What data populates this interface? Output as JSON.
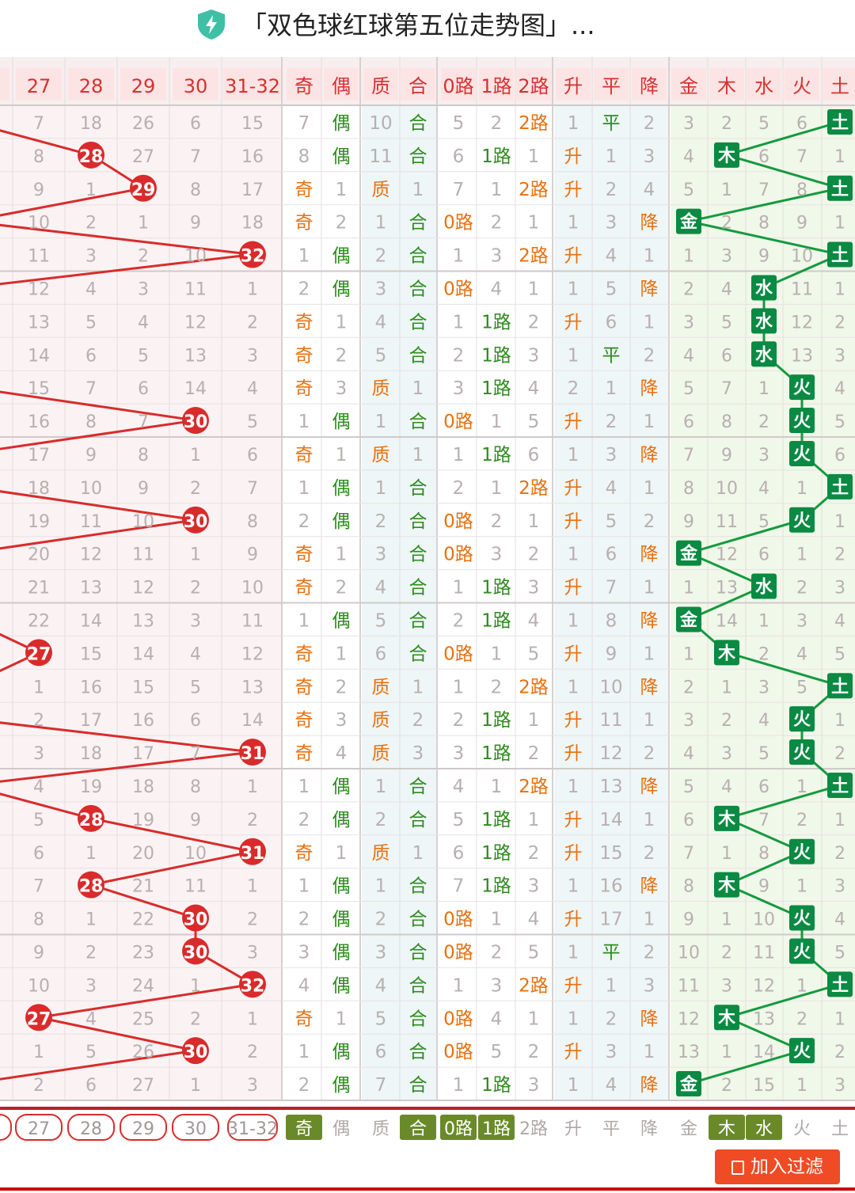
{
  "header": {
    "title": "「双色球红球第五位走势图」...",
    "shield_icon": "shield-bolt-icon"
  },
  "columns": {
    "num": [
      "27",
      "28",
      "29",
      "30",
      "31-32"
    ],
    "jo": [
      "奇",
      "偶"
    ],
    "zh": [
      "质",
      "合"
    ],
    "road": [
      "0路",
      "1路",
      "2路"
    ],
    "trend": [
      "升",
      "平",
      "降"
    ],
    "wx": [
      "金",
      "木",
      "水",
      "火",
      "土"
    ]
  },
  "rows": [
    {
      "n": [
        "7",
        "18",
        "26",
        "6",
        "15"
      ],
      "b": null,
      "jo": [
        "7",
        "偶"
      ],
      "zh": [
        "10",
        "合"
      ],
      "road": [
        "5",
        "2",
        "2路"
      ],
      "trend": [
        "1",
        "平",
        "2"
      ],
      "wx": [
        "3",
        "2",
        "5",
        "6",
        "土"
      ]
    },
    {
      "n": [
        "8",
        "28",
        "27",
        "7",
        "16"
      ],
      "b": 1,
      "jo": [
        "8",
        "偶"
      ],
      "zh": [
        "11",
        "合"
      ],
      "road": [
        "6",
        "1路",
        "1"
      ],
      "trend": [
        "升",
        "1",
        "3"
      ],
      "wx": [
        "4",
        "木",
        "6",
        "7",
        "1"
      ]
    },
    {
      "n": [
        "9",
        "1",
        "29",
        "8",
        "17"
      ],
      "b": 2,
      "jo": [
        "奇",
        "1"
      ],
      "zh": [
        "质",
        "1"
      ],
      "road": [
        "7",
        "1",
        "2路"
      ],
      "trend": [
        "升",
        "2",
        "4"
      ],
      "wx": [
        "5",
        "1",
        "7",
        "8",
        "土"
      ]
    },
    {
      "n": [
        "10",
        "2",
        "1",
        "9",
        "18"
      ],
      "b": null,
      "jo": [
        "奇",
        "2"
      ],
      "zh": [
        "1",
        "合"
      ],
      "road": [
        "0路",
        "2",
        "1"
      ],
      "trend": [
        "1",
        "3",
        "降"
      ],
      "wx": [
        "金",
        "2",
        "8",
        "9",
        "1"
      ]
    },
    {
      "n": [
        "11",
        "3",
        "2",
        "10",
        "32"
      ],
      "b": 4,
      "jo": [
        "1",
        "偶"
      ],
      "zh": [
        "2",
        "合"
      ],
      "road": [
        "1",
        "3",
        "2路"
      ],
      "trend": [
        "升",
        "4",
        "1"
      ],
      "wx": [
        "1",
        "3",
        "9",
        "10",
        "土"
      ]
    },
    {
      "n": [
        "12",
        "4",
        "3",
        "11",
        "1"
      ],
      "b": null,
      "jo": [
        "2",
        "偶"
      ],
      "zh": [
        "3",
        "合"
      ],
      "road": [
        "0路",
        "4",
        "1"
      ],
      "trend": [
        "1",
        "5",
        "降"
      ],
      "wx": [
        "2",
        "4",
        "水",
        "11",
        "1"
      ]
    },
    {
      "n": [
        "13",
        "5",
        "4",
        "12",
        "2"
      ],
      "b": null,
      "jo": [
        "奇",
        "1"
      ],
      "zh": [
        "4",
        "合"
      ],
      "road": [
        "1",
        "1路",
        "2"
      ],
      "trend": [
        "升",
        "6",
        "1"
      ],
      "wx": [
        "3",
        "5",
        "水",
        "12",
        "2"
      ]
    },
    {
      "n": [
        "14",
        "6",
        "5",
        "13",
        "3"
      ],
      "b": null,
      "jo": [
        "奇",
        "2"
      ],
      "zh": [
        "5",
        "合"
      ],
      "road": [
        "2",
        "1路",
        "3"
      ],
      "trend": [
        "1",
        "平",
        "2"
      ],
      "wx": [
        "4",
        "6",
        "水",
        "13",
        "3"
      ]
    },
    {
      "n": [
        "15",
        "7",
        "6",
        "14",
        "4"
      ],
      "b": null,
      "jo": [
        "奇",
        "3"
      ],
      "zh": [
        "质",
        "1"
      ],
      "road": [
        "3",
        "1路",
        "4"
      ],
      "trend": [
        "2",
        "1",
        "降"
      ],
      "wx": [
        "5",
        "7",
        "1",
        "火",
        "4"
      ]
    },
    {
      "n": [
        "16",
        "8",
        "7",
        "30",
        "5"
      ],
      "b": 3,
      "jo": [
        "1",
        "偶"
      ],
      "zh": [
        "1",
        "合"
      ],
      "road": [
        "0路",
        "1",
        "5"
      ],
      "trend": [
        "升",
        "2",
        "1"
      ],
      "wx": [
        "6",
        "8",
        "2",
        "火",
        "5"
      ]
    },
    {
      "n": [
        "17",
        "9",
        "8",
        "1",
        "6"
      ],
      "b": null,
      "jo": [
        "奇",
        "1"
      ],
      "zh": [
        "质",
        "1"
      ],
      "road": [
        "1",
        "1路",
        "6"
      ],
      "trend": [
        "1",
        "3",
        "降"
      ],
      "wx": [
        "7",
        "9",
        "3",
        "火",
        "6"
      ]
    },
    {
      "n": [
        "18",
        "10",
        "9",
        "2",
        "7"
      ],
      "b": null,
      "jo": [
        "1",
        "偶"
      ],
      "zh": [
        "1",
        "合"
      ],
      "road": [
        "2",
        "1",
        "2路"
      ],
      "trend": [
        "升",
        "4",
        "1"
      ],
      "wx": [
        "8",
        "10",
        "4",
        "1",
        "土"
      ]
    },
    {
      "n": [
        "19",
        "11",
        "10",
        "30",
        "8"
      ],
      "b": 3,
      "jo": [
        "2",
        "偶"
      ],
      "zh": [
        "2",
        "合"
      ],
      "road": [
        "0路",
        "2",
        "1"
      ],
      "trend": [
        "升",
        "5",
        "2"
      ],
      "wx": [
        "9",
        "11",
        "5",
        "火",
        "1"
      ]
    },
    {
      "n": [
        "20",
        "12",
        "11",
        "1",
        "9"
      ],
      "b": null,
      "jo": [
        "奇",
        "1"
      ],
      "zh": [
        "3",
        "合"
      ],
      "road": [
        "0路",
        "3",
        "2"
      ],
      "trend": [
        "1",
        "6",
        "降"
      ],
      "wx": [
        "金",
        "12",
        "6",
        "1",
        "2"
      ]
    },
    {
      "n": [
        "21",
        "13",
        "12",
        "2",
        "10"
      ],
      "b": null,
      "jo": [
        "奇",
        "2"
      ],
      "zh": [
        "4",
        "合"
      ],
      "road": [
        "1",
        "1路",
        "3"
      ],
      "trend": [
        "升",
        "7",
        "1"
      ],
      "wx": [
        "1",
        "13",
        "水",
        "2",
        "3"
      ]
    },
    {
      "n": [
        "22",
        "14",
        "13",
        "3",
        "11"
      ],
      "b": null,
      "jo": [
        "1",
        "偶"
      ],
      "zh": [
        "5",
        "合"
      ],
      "road": [
        "2",
        "1路",
        "4"
      ],
      "trend": [
        "1",
        "8",
        "降"
      ],
      "wx": [
        "金",
        "14",
        "1",
        "3",
        "4"
      ]
    },
    {
      "n": [
        "27",
        "15",
        "14",
        "4",
        "12"
      ],
      "b": 0,
      "jo": [
        "奇",
        "1"
      ],
      "zh": [
        "6",
        "合"
      ],
      "road": [
        "0路",
        "1",
        "5"
      ],
      "trend": [
        "升",
        "9",
        "1"
      ],
      "wx": [
        "1",
        "木",
        "2",
        "4",
        "5"
      ]
    },
    {
      "n": [
        "1",
        "16",
        "15",
        "5",
        "13"
      ],
      "b": null,
      "jo": [
        "奇",
        "2"
      ],
      "zh": [
        "质",
        "1"
      ],
      "road": [
        "1",
        "2",
        "2路"
      ],
      "trend": [
        "1",
        "10",
        "降"
      ],
      "wx": [
        "2",
        "1",
        "3",
        "5",
        "土"
      ]
    },
    {
      "n": [
        "2",
        "17",
        "16",
        "6",
        "14"
      ],
      "b": null,
      "jo": [
        "奇",
        "3"
      ],
      "zh": [
        "质",
        "2"
      ],
      "road": [
        "2",
        "1路",
        "1"
      ],
      "trend": [
        "升",
        "11",
        "1"
      ],
      "wx": [
        "3",
        "2",
        "4",
        "火",
        "1"
      ]
    },
    {
      "n": [
        "3",
        "18",
        "17",
        "7",
        "31"
      ],
      "b": 4,
      "jo": [
        "奇",
        "4"
      ],
      "zh": [
        "质",
        "3"
      ],
      "road": [
        "3",
        "1路",
        "2"
      ],
      "trend": [
        "升",
        "12",
        "2"
      ],
      "wx": [
        "4",
        "3",
        "5",
        "火",
        "2"
      ]
    },
    {
      "n": [
        "4",
        "19",
        "18",
        "8",
        "1"
      ],
      "b": null,
      "jo": [
        "1",
        "偶"
      ],
      "zh": [
        "1",
        "合"
      ],
      "road": [
        "4",
        "1",
        "2路"
      ],
      "trend": [
        "1",
        "13",
        "降"
      ],
      "wx": [
        "5",
        "4",
        "6",
        "1",
        "土"
      ]
    },
    {
      "n": [
        "5",
        "28",
        "19",
        "9",
        "2"
      ],
      "b": 1,
      "jo": [
        "2",
        "偶"
      ],
      "zh": [
        "2",
        "合"
      ],
      "road": [
        "5",
        "1路",
        "1"
      ],
      "trend": [
        "升",
        "14",
        "1"
      ],
      "wx": [
        "6",
        "木",
        "7",
        "2",
        "1"
      ]
    },
    {
      "n": [
        "6",
        "1",
        "20",
        "10",
        "31"
      ],
      "b": 4,
      "jo": [
        "奇",
        "1"
      ],
      "zh": [
        "质",
        "1"
      ],
      "road": [
        "6",
        "1路",
        "2"
      ],
      "trend": [
        "升",
        "15",
        "2"
      ],
      "wx": [
        "7",
        "1",
        "8",
        "火",
        "2"
      ]
    },
    {
      "n": [
        "7",
        "28",
        "21",
        "11",
        "1"
      ],
      "b": 1,
      "jo": [
        "1",
        "偶"
      ],
      "zh": [
        "1",
        "合"
      ],
      "road": [
        "7",
        "1路",
        "3"
      ],
      "trend": [
        "1",
        "16",
        "降"
      ],
      "wx": [
        "8",
        "木",
        "9",
        "1",
        "3"
      ]
    },
    {
      "n": [
        "8",
        "1",
        "22",
        "30",
        "2"
      ],
      "b": 3,
      "jo": [
        "2",
        "偶"
      ],
      "zh": [
        "2",
        "合"
      ],
      "road": [
        "0路",
        "1",
        "4"
      ],
      "trend": [
        "升",
        "17",
        "1"
      ],
      "wx": [
        "9",
        "1",
        "10",
        "火",
        "4"
      ]
    },
    {
      "n": [
        "9",
        "2",
        "23",
        "30",
        "3"
      ],
      "b": 3,
      "jo": [
        "3",
        "偶"
      ],
      "zh": [
        "3",
        "合"
      ],
      "road": [
        "0路",
        "2",
        "5"
      ],
      "trend": [
        "1",
        "平",
        "2"
      ],
      "wx": [
        "10",
        "2",
        "11",
        "火",
        "5"
      ]
    },
    {
      "n": [
        "10",
        "3",
        "24",
        "1",
        "32"
      ],
      "b": 4,
      "jo": [
        "4",
        "偶"
      ],
      "zh": [
        "4",
        "合"
      ],
      "road": [
        "1",
        "3",
        "2路"
      ],
      "trend": [
        "升",
        "1",
        "3"
      ],
      "wx": [
        "11",
        "3",
        "12",
        "1",
        "土"
      ]
    },
    {
      "n": [
        "27",
        "4",
        "25",
        "2",
        "1"
      ],
      "b": 0,
      "jo": [
        "奇",
        "1"
      ],
      "zh": [
        "5",
        "合"
      ],
      "road": [
        "0路",
        "4",
        "1"
      ],
      "trend": [
        "1",
        "2",
        "降"
      ],
      "wx": [
        "12",
        "木",
        "13",
        "2",
        "1"
      ]
    },
    {
      "n": [
        "1",
        "5",
        "26",
        "30",
        "2"
      ],
      "b": 3,
      "jo": [
        "1",
        "偶"
      ],
      "zh": [
        "6",
        "合"
      ],
      "road": [
        "0路",
        "5",
        "2"
      ],
      "trend": [
        "升",
        "3",
        "1"
      ],
      "wx": [
        "13",
        "1",
        "14",
        "火",
        "2"
      ]
    },
    {
      "n": [
        "2",
        "6",
        "27",
        "1",
        "3"
      ],
      "b": null,
      "jo": [
        "2",
        "偶"
      ],
      "zh": [
        "7",
        "合"
      ],
      "road": [
        "1",
        "1路",
        "3"
      ],
      "trend": [
        "1",
        "4",
        "降"
      ],
      "wx": [
        "金",
        "2",
        "15",
        "1",
        "3"
      ]
    }
  ],
  "footer": {
    "num": [
      "27",
      "28",
      "29",
      "30",
      "31-32"
    ],
    "jo": [
      "奇",
      "偶"
    ],
    "zh": [
      "质",
      "合"
    ],
    "road": [
      "0路",
      "1路",
      "2路"
    ],
    "trend": [
      "升",
      "平",
      "降"
    ],
    "wx": [
      "金",
      "木",
      "水",
      "火",
      "土"
    ],
    "selected": [
      "奇",
      "合",
      "0路",
      "1路",
      "木",
      "水"
    ]
  },
  "filter_button": {
    "label": "加入过滤",
    "icon": "filter-add-icon"
  },
  "colors": {
    "red_ball": "#d92b2b",
    "green_ball": "#0a8a43",
    "odd_text": "#e8700f",
    "even_text": "#2e8b1e",
    "selected_footer": "#6a8a2a"
  }
}
